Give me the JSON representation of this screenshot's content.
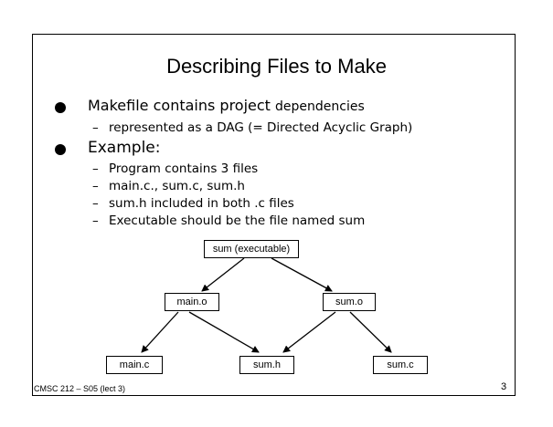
{
  "slide": {
    "title": "Describing Files to Make",
    "bullets": [
      {
        "text_main": "Makefile contains project",
        "text_tail": "dependencies",
        "sub": [
          "represented as a DAG (= Directed Acyclic Graph)"
        ]
      },
      {
        "text_main": "Example:",
        "sub": [
          "Program contains 3 files",
          "main.c., sum.c, sum.h",
          "sum.h included in both .c files",
          "Executable should be the file named sum"
        ]
      }
    ],
    "dash": "–"
  },
  "diagram": {
    "nodes": {
      "sum_exec": "sum (executable)",
      "main_o": "main.o",
      "sum_o": "sum.o",
      "main_c": "main.c",
      "sum_h": "sum.h",
      "sum_c": "sum.c"
    }
  },
  "footer": {
    "course": "CMSC 212 – S05 (lect 3)",
    "page": "3"
  }
}
